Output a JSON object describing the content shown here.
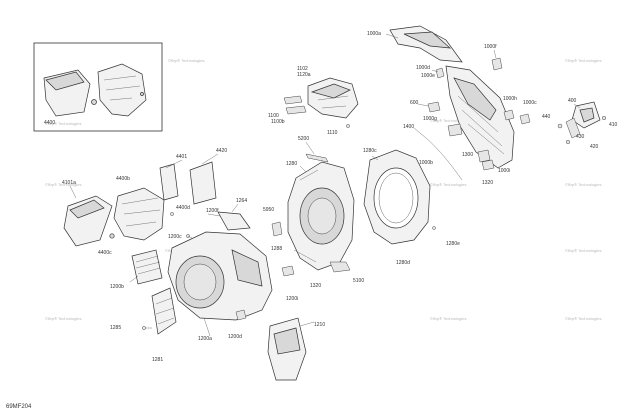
{
  "figure_code": "69MF204",
  "watermark_text": "©Brp® Technologies",
  "inset_box": {
    "label": "4400"
  },
  "labels": [
    {
      "id": "1000a",
      "text": "1000a"
    },
    {
      "id": "1000b",
      "text": "1000b"
    },
    {
      "id": "1000c",
      "text": "1000c"
    },
    {
      "id": "1000d",
      "text": "1000d"
    },
    {
      "id": "1000e",
      "text": "1000e"
    },
    {
      "id": "1000f",
      "text": "1000f"
    },
    {
      "id": "1000g",
      "text": "1000g"
    },
    {
      "id": "1000h",
      "text": "1000h"
    },
    {
      "id": "1000i",
      "text": "1000i"
    },
    {
      "id": "400",
      "text": "400"
    },
    {
      "id": "410",
      "text": "410"
    },
    {
      "id": "420",
      "text": "420"
    },
    {
      "id": "430",
      "text": "430"
    },
    {
      "id": "440",
      "text": "440"
    },
    {
      "id": "600",
      "text": "600"
    },
    {
      "id": "1102",
      "text": "1102"
    },
    {
      "id": "1120a",
      "text": "1120a"
    },
    {
      "id": "1100",
      "text": "1100"
    },
    {
      "id": "1100b",
      "text": "1100b"
    },
    {
      "id": "1110",
      "text": "1110"
    },
    {
      "id": "1280",
      "text": "1280"
    },
    {
      "id": "1280c",
      "text": "1280c"
    },
    {
      "id": "1280d",
      "text": "1280d"
    },
    {
      "id": "1280e",
      "text": "1280e"
    },
    {
      "id": "1300",
      "text": "1300"
    },
    {
      "id": "1320a",
      "text": "1320"
    },
    {
      "id": "1400",
      "text": "1400"
    },
    {
      "id": "5200",
      "text": "5200"
    },
    {
      "id": "4101a",
      "text": "4101a"
    },
    {
      "id": "4400b",
      "text": "4400b"
    },
    {
      "id": "4401",
      "text": "4401"
    },
    {
      "id": "4420",
      "text": "4420"
    },
    {
      "id": "4400d",
      "text": "4400d"
    },
    {
      "id": "4400c",
      "text": "4400c"
    },
    {
      "id": "1200f",
      "text": "1200f"
    },
    {
      "id": "1264",
      "text": "1264"
    },
    {
      "id": "1200c",
      "text": "1200c"
    },
    {
      "id": "5950",
      "text": "5950"
    },
    {
      "id": "1288",
      "text": "1288"
    },
    {
      "id": "1200b",
      "text": "1200b"
    },
    {
      "id": "1320b",
      "text": "1320"
    },
    {
      "id": "5100",
      "text": "5100"
    },
    {
      "id": "1200i",
      "text": "1200i"
    },
    {
      "id": "1285",
      "text": "1285"
    },
    {
      "id": "1210",
      "text": "1210"
    },
    {
      "id": "1281",
      "text": "1281"
    },
    {
      "id": "1200a",
      "text": "1200a"
    },
    {
      "id": "1200d",
      "text": "1200d"
    }
  ]
}
